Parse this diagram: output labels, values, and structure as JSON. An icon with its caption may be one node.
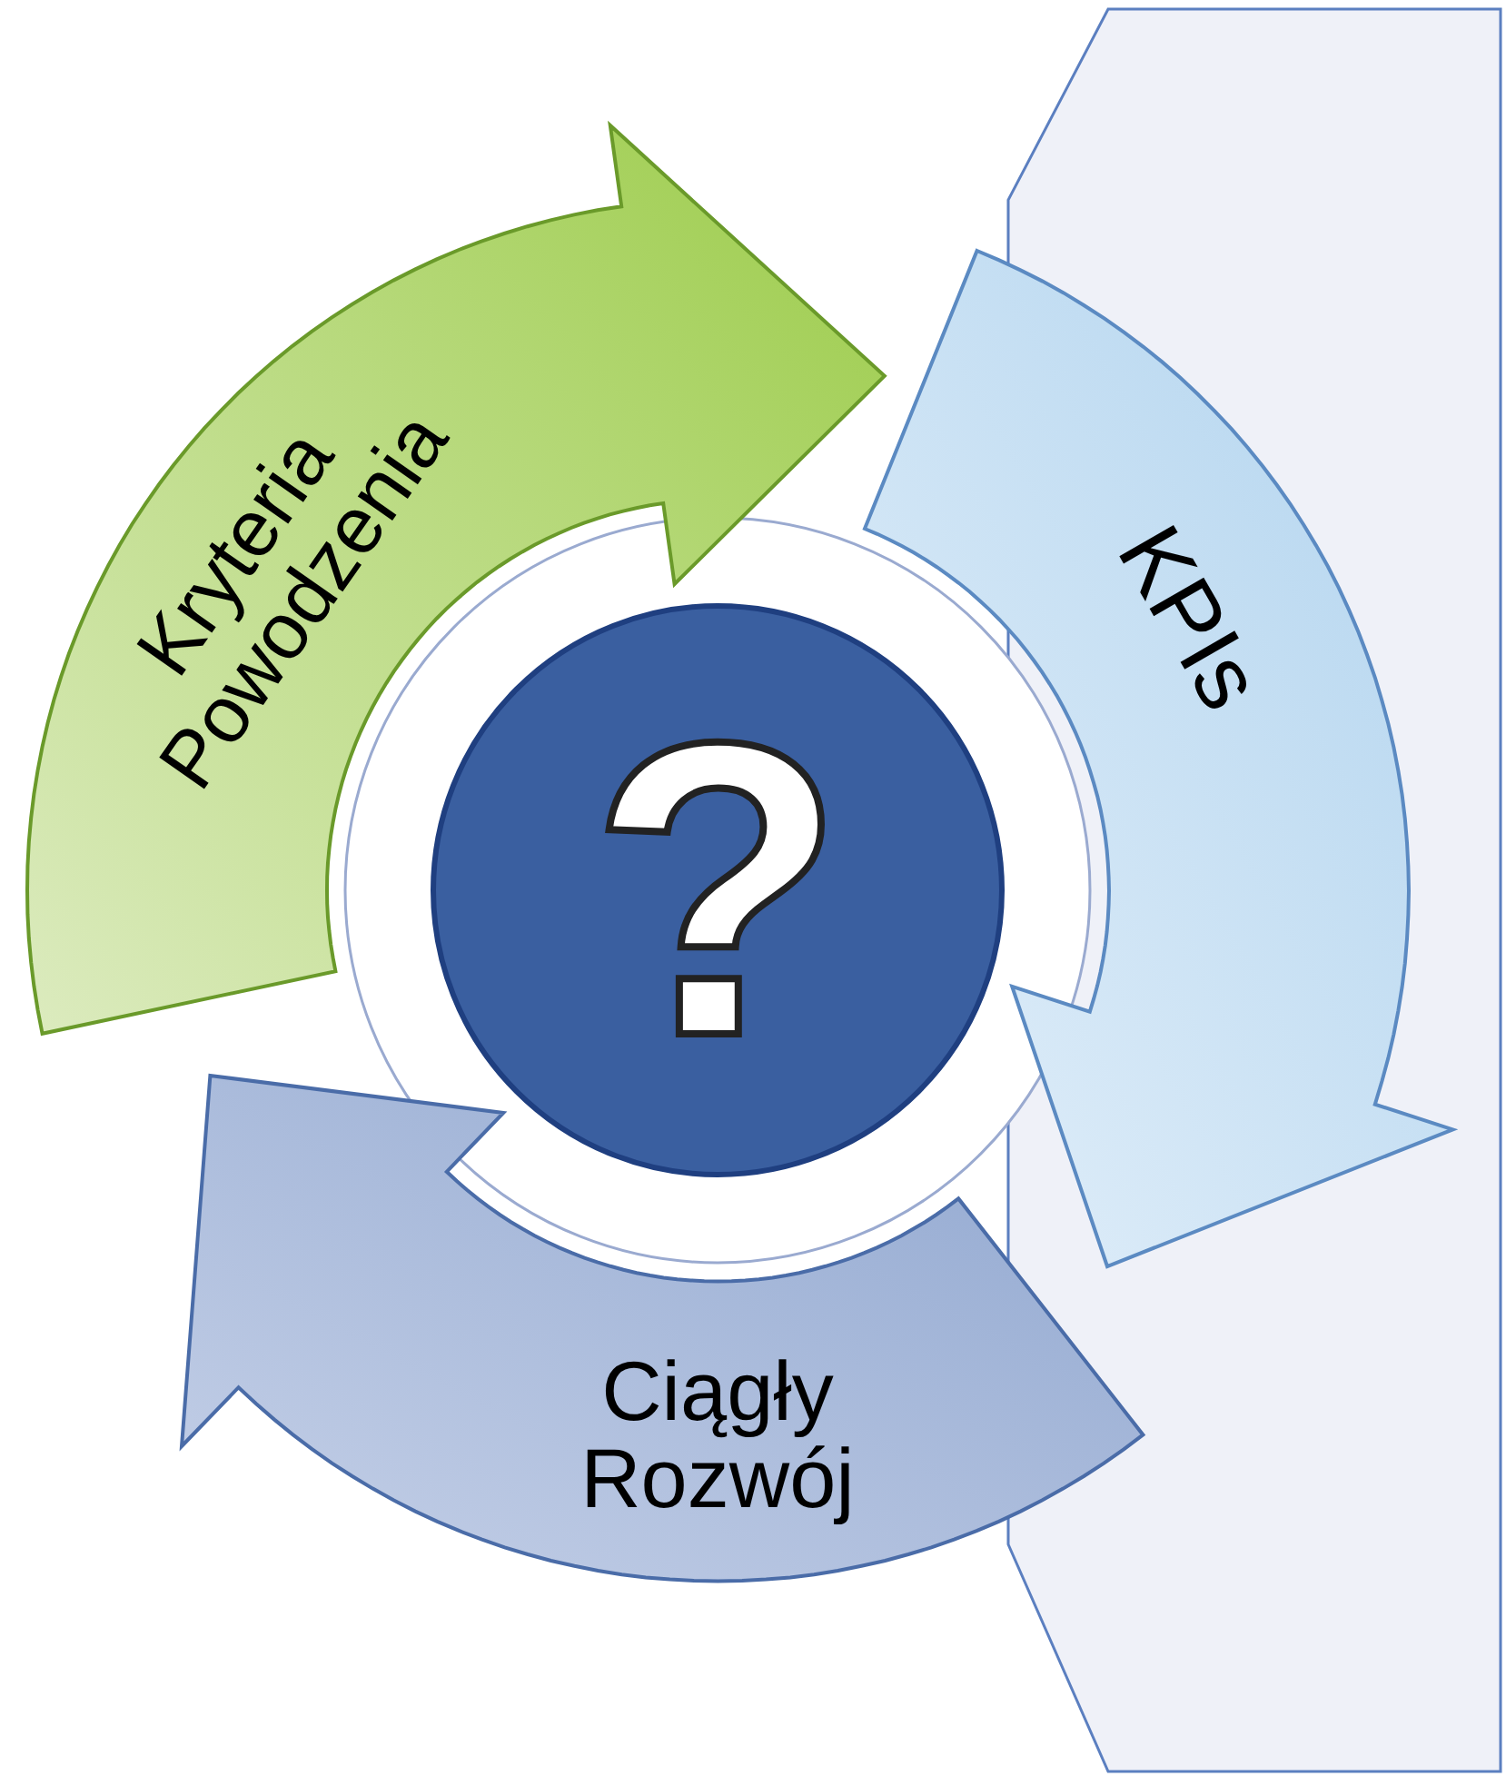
{
  "diagram": {
    "nodes": [
      {
        "text": [
          "Kryteria Powodzenia"
        ]
      },
      {
        "text": [
          "KPIs"
        ]
      },
      {
        "text": [
          "Ciągły Rozwój"
        ]
      },
      {
        "text": [
          "?"
        ]
      }
    ]
  }
}
